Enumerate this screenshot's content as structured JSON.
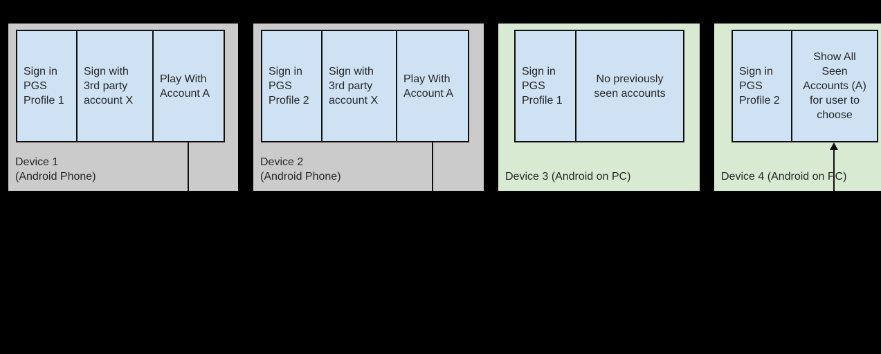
{
  "colors": {
    "background": "#000000",
    "phone_device_bg": "#cbcbcb",
    "pc_device_bg": "#d9ead3",
    "step_box_bg": "#cfe2f3",
    "border": "#0f0f0f",
    "text": "#262626"
  },
  "devices": [
    {
      "label": "Device 1\n(Android Phone)",
      "type": "phone",
      "steps": [
        "Sign in\nPGS\nProfile 1",
        "Sign with\n3rd party\naccount X",
        "Play With\nAccount A"
      ],
      "connector": "line-down-from-play-with-account-a"
    },
    {
      "label": "Device 2\n(Android Phone)",
      "type": "phone",
      "steps": [
        "Sign in\nPGS\nProfile 2",
        "Sign with\n3rd party\naccount X",
        "Play With\nAccount A"
      ],
      "connector": "line-down-from-play-with-account-a"
    },
    {
      "label": "Device 3 (Android on PC)",
      "type": "pc",
      "steps": [
        "Sign in\nPGS\nProfile 1",
        "No previously\nseen accounts"
      ],
      "connector": "none"
    },
    {
      "label": "Device 4 (Android on PC)",
      "type": "pc",
      "steps": [
        "Sign in\nPGS\nProfile 2",
        "Show All\nSeen\nAccounts (A)\nfor user to\nchoose"
      ],
      "connector": "arrow-up-into-show-all-seen-accounts"
    }
  ]
}
